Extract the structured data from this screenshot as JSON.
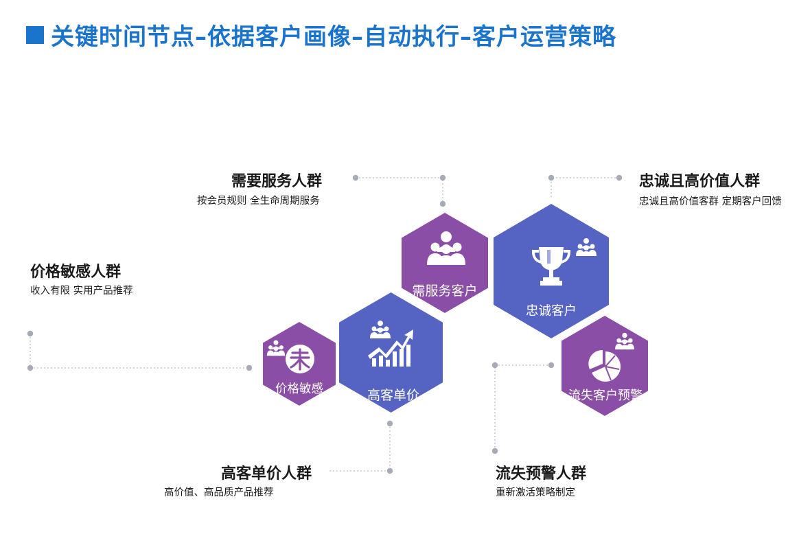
{
  "header": {
    "title": "关键时间节点–依据客户画像–自动执行–客户运营策略",
    "accent_color": "#1b74cc",
    "title_color": "#1b74cc"
  },
  "colors": {
    "blue_hex": "#5563c2",
    "purple_hex": "#8b4ea6",
    "connector": "#b8bcc8",
    "dot": "#a7abb6",
    "text": "#1a1a1a"
  },
  "hexagons": [
    {
      "label": "需服务客户",
      "color": "purple",
      "icon": "people-group-icon"
    },
    {
      "label": "忠诚客户",
      "color": "blue",
      "icon": "trophy-icon"
    },
    {
      "label": "价格敏感",
      "color": "purple",
      "icon": "price-tag-icon"
    },
    {
      "label": "高客单价",
      "color": "blue",
      "icon": "growth-chart-icon"
    },
    {
      "label": "流失客户预警",
      "color": "purple",
      "icon": "pie-chart-icon"
    }
  ],
  "groups": {
    "need_service": {
      "title": "需要服务人群",
      "desc": "按会员规则 全生命周期服务"
    },
    "loyal": {
      "title": "忠诚且高价值人群",
      "desc": "忠诚且高价值客群 定期客户回馈"
    },
    "price_sensitive": {
      "title": "价格敏感人群",
      "desc": "收入有限 实用产品推荐"
    },
    "high_price": {
      "title": "高客单价人群",
      "desc": "高价值、高品质产品推荐"
    },
    "churn": {
      "title": "流失预警人群",
      "desc": "重新激活策略制定"
    }
  }
}
